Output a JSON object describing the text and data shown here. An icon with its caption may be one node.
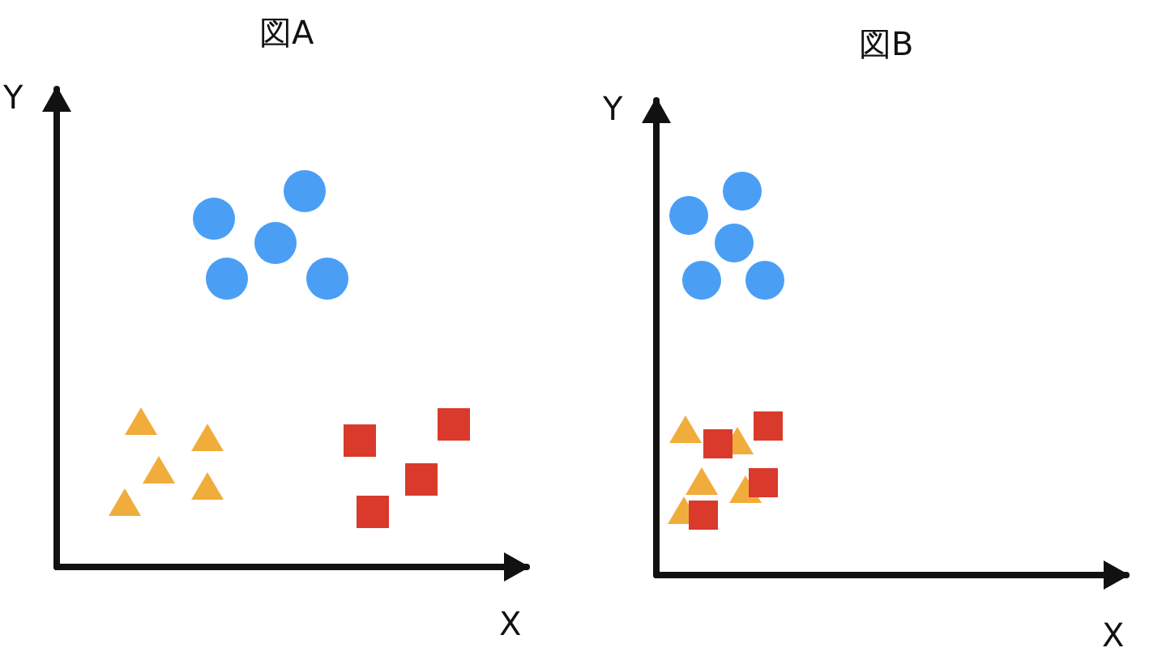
{
  "diagram": {
    "labels": [
      "図A",
      "Y",
      "X",
      "図B",
      "Y",
      "X"
    ]
  }
}
